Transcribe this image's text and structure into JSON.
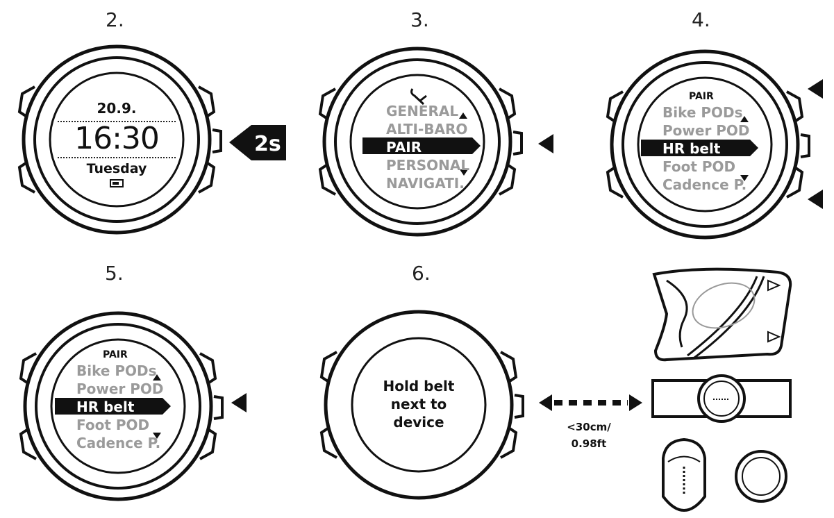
{
  "steps": {
    "s2": {
      "label": "2.",
      "date": "20.9.",
      "time": "16:30",
      "day": "Tuesday",
      "hold_badge": "2s"
    },
    "s3": {
      "label": "3.",
      "items": [
        "GENERAL",
        "ALTI-BARO",
        "PAIR",
        "PERSONAL",
        "NAVIGATI."
      ],
      "selected_index": 2
    },
    "s4": {
      "label": "4.",
      "title": "PAIR",
      "items": [
        "Bike PODs",
        "Power POD",
        "HR belt",
        "Foot POD",
        "Cadence P."
      ],
      "selected_index": 2
    },
    "s5": {
      "label": "5.",
      "title": "PAIR",
      "items": [
        "Bike PODs",
        "Power POD",
        "HR belt",
        "Foot POD",
        "Cadence P."
      ],
      "selected_index": 2
    },
    "s6": {
      "label": "6.",
      "message": [
        "Hold belt",
        "next to",
        "device"
      ],
      "distance": [
        "<30cm/",
        "0.98ft"
      ]
    }
  },
  "icons": [
    "battery-icon",
    "wrench-icon",
    "button-press-arrow-icon",
    "scroll-up-icon",
    "scroll-down-icon",
    "double-arrow-icon",
    "hr-belt-transmitter-icon",
    "hr-strap-icon",
    "foot-pod-icon",
    "pod-icon"
  ],
  "colors": {
    "ink": "#111111",
    "menu_inactive": "#9a9a9a",
    "background": "#ffffff"
  }
}
